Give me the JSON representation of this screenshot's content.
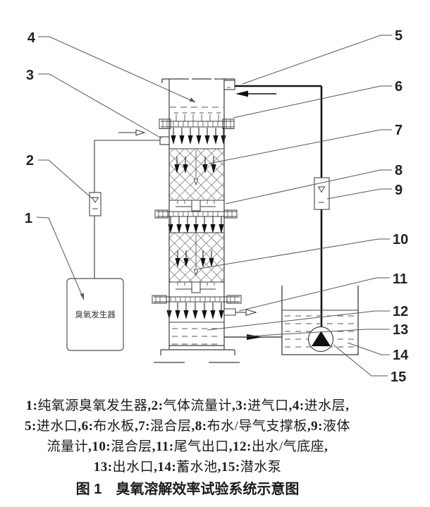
{
  "diagram": {
    "generator_label": "臭氧发生器",
    "callout_numbers": [
      "1",
      "2",
      "3",
      "4",
      "5",
      "6",
      "7",
      "8",
      "9",
      "10",
      "11",
      "12",
      "13",
      "14",
      "15"
    ]
  },
  "legend": {
    "lines": [
      "1:纯氧源臭氧发生器,2:气体流量计,3:进气口,4:进水层,",
      "5:进水口,6:布水板,7:混合层,8:布水/导气支撑板,9:液体",
      "流量计,10:混合层,11:尾气出口,12:出水/气底座,",
      "13:出水口,14:蓄水池,15:潜水泵"
    ],
    "items": [
      {
        "num": "1",
        "label": "纯氧源臭氧发生器"
      },
      {
        "num": "2",
        "label": "气体流量计"
      },
      {
        "num": "3",
        "label": "进气口"
      },
      {
        "num": "4",
        "label": "进水层"
      },
      {
        "num": "5",
        "label": "进水口"
      },
      {
        "num": "6",
        "label": "布水板"
      },
      {
        "num": "7",
        "label": "混合层"
      },
      {
        "num": "8",
        "label": "布水/导气支撑板"
      },
      {
        "num": "9",
        "label": "液体流量计"
      },
      {
        "num": "10",
        "label": "混合层"
      },
      {
        "num": "11",
        "label": "尾气出口"
      },
      {
        "num": "12",
        "label": "出水/气底座"
      },
      {
        "num": "13",
        "label": "出水口"
      },
      {
        "num": "14",
        "label": "蓄水池"
      },
      {
        "num": "15",
        "label": "潜水泵"
      }
    ],
    "title": "图 1　臭氧溶解效率试验系统示意图"
  }
}
